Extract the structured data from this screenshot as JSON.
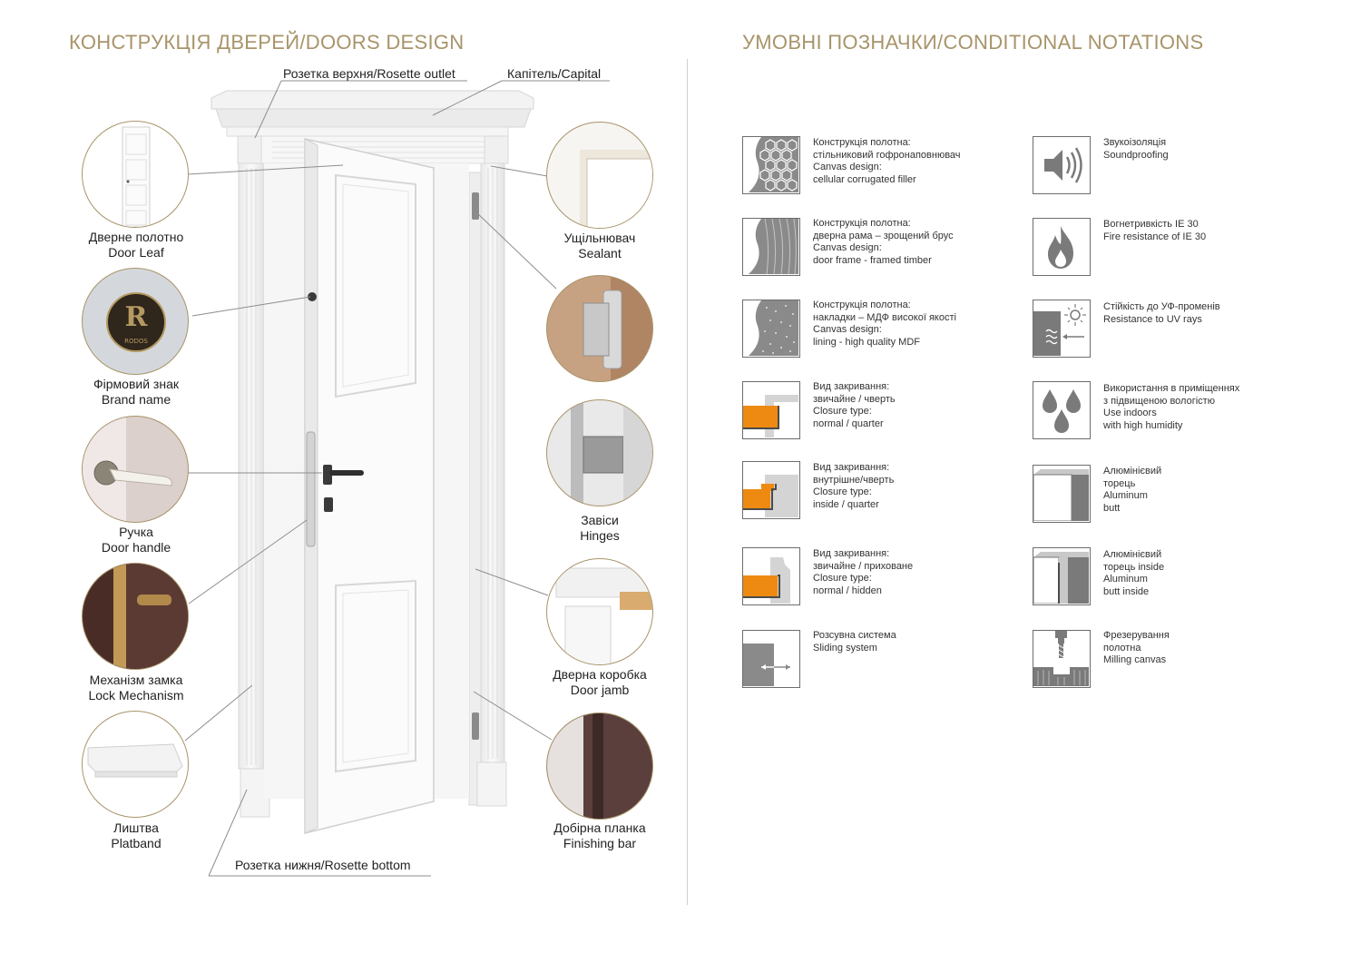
{
  "left_heading": "КОНСТРУКЦІЯ ДВЕРЕЙ/DOORS DESIGN",
  "right_heading": "УМОВНІ ПОЗНАЧКИ/CONDITIONAL NOTATIONS",
  "callouts": {
    "rosette_outlet": "Розетка верхня/Rosette outlet",
    "capital": "Капітель/Capital",
    "rosette_bottom": "Розетка нижня/Rosette bottom"
  },
  "parts": {
    "door_leaf": [
      "Дверне полотно",
      "Door Leaf"
    ],
    "brand_name": [
      "Фірмовий знак",
      "Brand name"
    ],
    "door_handle": [
      "Ручка",
      "Door handle"
    ],
    "lock_mechanism": [
      "Механізм замка",
      "Lock Mechanism"
    ],
    "platband": [
      "Лиштва",
      "Platband"
    ],
    "sealant": [
      "Ущільнювач",
      "Sealant"
    ],
    "hinges": [
      "Завіси",
      "Hinges"
    ],
    "door_jamb": [
      "Дверна коробка",
      "Door jamb"
    ],
    "finishing_bar": [
      "Добірна планка",
      "Finishing bar"
    ]
  },
  "brand_logo_text": "RODOS",
  "notations_left": [
    {
      "icon": "honeycomb-icon",
      "lines": [
        "Конструкція полотна:",
        "стільниковий гофронаповнювач",
        "Canvas design:",
        "cellular corrugated filler"
      ]
    },
    {
      "icon": "wood-grain-icon",
      "lines": [
        "Конструкція полотна:",
        "дверна рама – зрощений брус",
        "Canvas design:",
        "door frame - framed timber"
      ]
    },
    {
      "icon": "mdf-dots-icon",
      "lines": [
        "Конструкція полотна:",
        "накладки – МДФ високої якості",
        "Canvas design:",
        "lining - high quality MDF"
      ]
    },
    {
      "icon": "closure-normal-quarter-icon",
      "lines": [
        "Вид закривання:",
        "звичайне / чверть",
        "Closure type:",
        "normal / quarter"
      ]
    },
    {
      "icon": "closure-inside-quarter-icon",
      "lines": [
        "Вид закривання:",
        "внутрішне/чверть",
        "Closure type:",
        "inside / quarter"
      ]
    },
    {
      "icon": "closure-normal-hidden-icon",
      "lines": [
        "Вид закривання:",
        "звичайне / приховане",
        "Closure type:",
        "normal / hidden"
      ]
    },
    {
      "icon": "sliding-system-icon",
      "lines": [
        "Розсувна система",
        "Sliding system"
      ]
    }
  ],
  "notations_right": [
    {
      "icon": "speaker-icon",
      "lines": [
        "Звукоізоляція",
        "Soundproofing"
      ]
    },
    {
      "icon": "flame-icon",
      "lines": [
        "Вогнетривкість IE 30",
        "Fire resistance of IE 30"
      ]
    },
    {
      "icon": "sun-uv-icon",
      "lines": [
        "Стійкість до УФ-променів",
        "Resistance to UV rays"
      ]
    },
    {
      "icon": "water-drops-icon",
      "lines": [
        "Використання в приміщеннях",
        "з підвищеною вологістю",
        "Use indoors",
        "with high humidity"
      ]
    },
    {
      "icon": "aluminum-butt-icon",
      "lines": [
        "Алюмінієвий",
        "торець",
        "Aluminum",
        "butt"
      ]
    },
    {
      "icon": "aluminum-butt-inside-icon",
      "lines": [
        "Алюмінієвий",
        "торець inside",
        "Aluminum",
        "butt inside"
      ]
    },
    {
      "icon": "milling-icon",
      "lines": [
        "Фрезерування",
        "полотна",
        "Milling canvas"
      ]
    }
  ],
  "colors": {
    "accent_gold": "#a8946a",
    "icon_gray": "#7a7a7a",
    "orange": "#ee8a12"
  }
}
